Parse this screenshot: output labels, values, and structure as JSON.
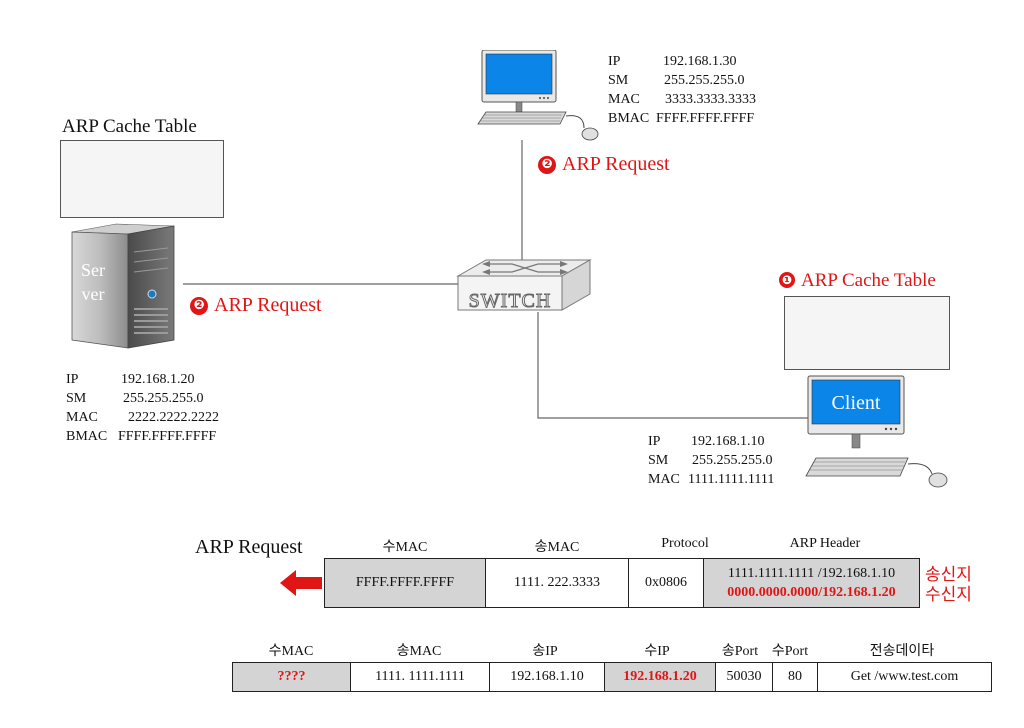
{
  "server": {
    "cache_title": "ARP Cache Table",
    "label_line1": "Ser",
    "label_line2": "ver",
    "info": [
      {
        "key": "IP",
        "value": "192.168.1.20"
      },
      {
        "key": "SM",
        "value": "255.255.255.0"
      },
      {
        "key": "MAC",
        "value": "2222.2222.2222"
      },
      {
        "key": "BMAC",
        "value": "FFFF.FFFF.FFFF"
      }
    ],
    "request_step": "❷",
    "request_label": "ARP Request"
  },
  "top_pc": {
    "info": [
      {
        "key": "IP",
        "value": "192.168.1.30"
      },
      {
        "key": "SM",
        "value": "255.255.255.0"
      },
      {
        "key": "MAC",
        "value": "3333.3333.3333"
      },
      {
        "key": "BMAC",
        "value": "FFFF.FFFF.FFFF"
      }
    ],
    "request_step": "❷",
    "request_label": "ARP Request"
  },
  "switch": {
    "label": "SWITCH"
  },
  "client": {
    "screen_label": "Client",
    "cache_step": "❶",
    "cache_title": "ARP Cache Table",
    "info": [
      {
        "key": "IP",
        "value": "192.168.1.10"
      },
      {
        "key": "SM",
        "value": "255.255.255.0"
      },
      {
        "key": "MAC",
        "value": "1111.1111.1111"
      }
    ]
  },
  "arp_request_frame": {
    "title": "ARP Request",
    "headers": [
      "수MAC",
      "송MAC",
      "Protocol",
      "ARP Header"
    ],
    "dst_mac": "FFFF.FFFF.FFFF",
    "src_mac": "1111. 222.3333",
    "protocol": "0x0806",
    "arp_sender": "1111.1111.1111 /192.168.1.10",
    "arp_target": "0000.0000.0000/192.168.1.20",
    "sender_label": "송신지",
    "target_label": "수신지"
  },
  "data_frame": {
    "headers": [
      "수MAC",
      "송MAC",
      "송IP",
      "수IP",
      "송Port",
      "수Port",
      "전송데이타"
    ],
    "cells": [
      "????",
      "1111. 1111.1111",
      "192.168.1.10",
      "192.168.1.20",
      "50030",
      "80",
      "Get /www.test.com"
    ]
  },
  "colors": {
    "accent_red": "#e01515",
    "screen_blue": "#0b86e8",
    "gray_cell": "#d4d4d4"
  }
}
